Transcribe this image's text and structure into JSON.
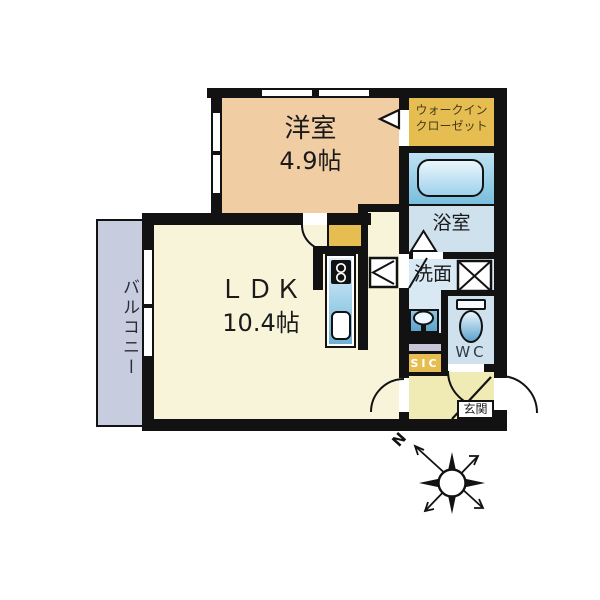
{
  "rooms": {
    "western_room": {
      "label": "洋室",
      "size": "4.9帖"
    },
    "ldk": {
      "label": "ＬＤＫ",
      "size": "10.4帖"
    },
    "walk_in_closet": {
      "line1": "ウォークイン",
      "line2": "クローゼット"
    },
    "bathroom": {
      "label": "浴室"
    },
    "washroom": {
      "label": "洗面"
    },
    "toilet": {
      "label": "WC"
    },
    "shoe_closet": {
      "label": "SIC"
    },
    "entrance": {
      "label": "玄関"
    },
    "balcony": {
      "label": "バルコニー"
    }
  },
  "compass": {
    "north": "N"
  },
  "colors": {
    "wall": "#121212",
    "western_room_fill": "#f1cda4",
    "closet_fill": "#e6bd50",
    "ldk_fill": "#f7f4da",
    "entrance_fill": "#f0ebb5",
    "bathroom_fill": "#cfe1ed",
    "washroom_fill": "#d9e9f3",
    "balcony_fill": "#c7ccde",
    "threshold_fill": "#c9c6d8",
    "fixture_blue": "#7db9dd"
  }
}
